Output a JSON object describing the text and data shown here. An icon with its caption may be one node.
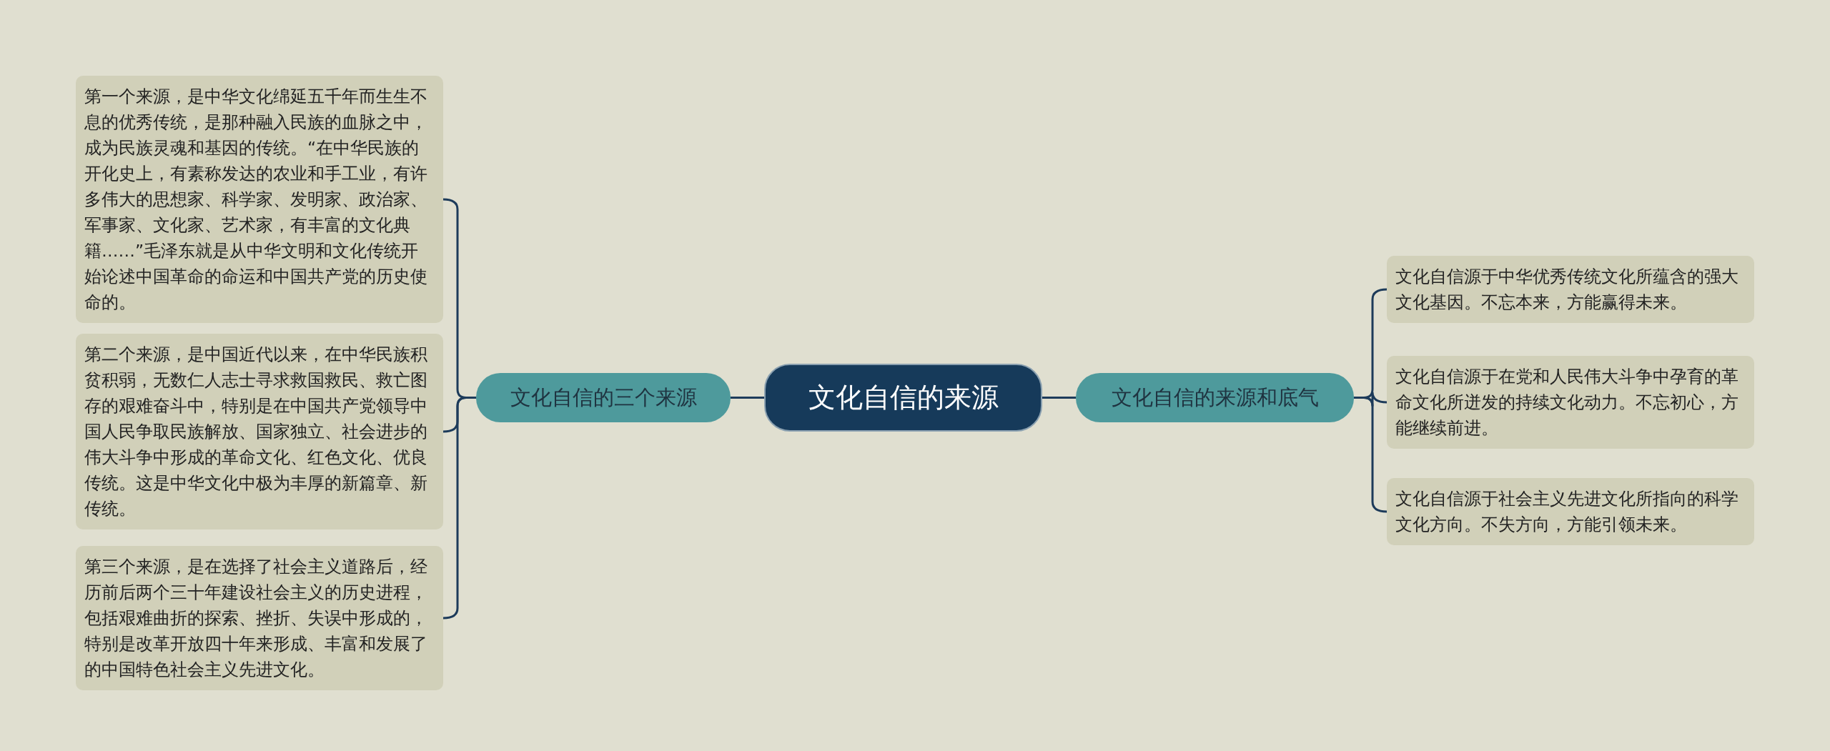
{
  "diagram": {
    "nodes": [
      {
        "text": [
          "文化自信的来源"
        ]
      },
      {
        "text": [
          "文化自信的三个来源"
        ]
      },
      {
        "text": [
          "第一个来源，是中华文化绵延五千年而生生不息的优秀传统，是那种融入民族的血脉之中，成为民族灵魂和基因的传统。“在中华民族的开化史上，有素称发达的农业和手工业，有许多伟大的思想家、科学家、发明家、政治家、军事家、文化家、艺术家，有丰富的文化典籍……”毛泽东就是从中华文明和文化传统开始论述中国革命的命运和中国共产党的历史使命的。"
        ]
      },
      {
        "text": [
          "第二个来源，是中国近代以来，在中华民族积贫积弱，无数仁人志士寻求救国救民、救亡图存的艰难奋斗中，特别是在中国共产党领导中国人民争取民族解放、国家独立、社会进步的伟大斗争中形成的革命文化、红色文化、优良传统。这是中华文化中极为丰厚的新篇章、新传统。"
        ]
      },
      {
        "text": [
          "第三个来源，是在选择了社会主义道路后，经历前后两个三十年建设社会主义的历史进程，包括艰难曲折的探索、挫折、失误中形成的，特别是改革开放四十年来形成、丰富和发展了的中国特色社会主义先进文化。"
        ]
      },
      {
        "text": [
          "文化自信的来源和底气"
        ]
      },
      {
        "text": [
          "文化自信源于中华优秀传统文化所蕴含的强大文化基因。不忘本来，方能赢得未来。"
        ]
      },
      {
        "text": [
          "文化自信源于在党和人民伟大斗争中孕育的革命文化所迸发的持续文化动力。不忘初心，方能继续前进。"
        ]
      },
      {
        "text": [
          "文化自信源于社会主义先进文化所指向的科学文化方向。不失方向，方能引领未来。"
        ]
      }
    ],
    "edges": [
      {
        "from": 0,
        "to": 1,
        "arrow": "none"
      },
      {
        "from": 1,
        "to": 2,
        "arrow": "none"
      },
      {
        "from": 1,
        "to": 3,
        "arrow": "none"
      },
      {
        "from": 1,
        "to": 4,
        "arrow": "none"
      },
      {
        "from": 0,
        "to": 5,
        "arrow": "none"
      },
      {
        "from": 5,
        "to": 6,
        "arrow": "none"
      },
      {
        "from": 5,
        "to": 7,
        "arrow": "none"
      },
      {
        "from": 5,
        "to": 8,
        "arrow": "none"
      }
    ]
  }
}
